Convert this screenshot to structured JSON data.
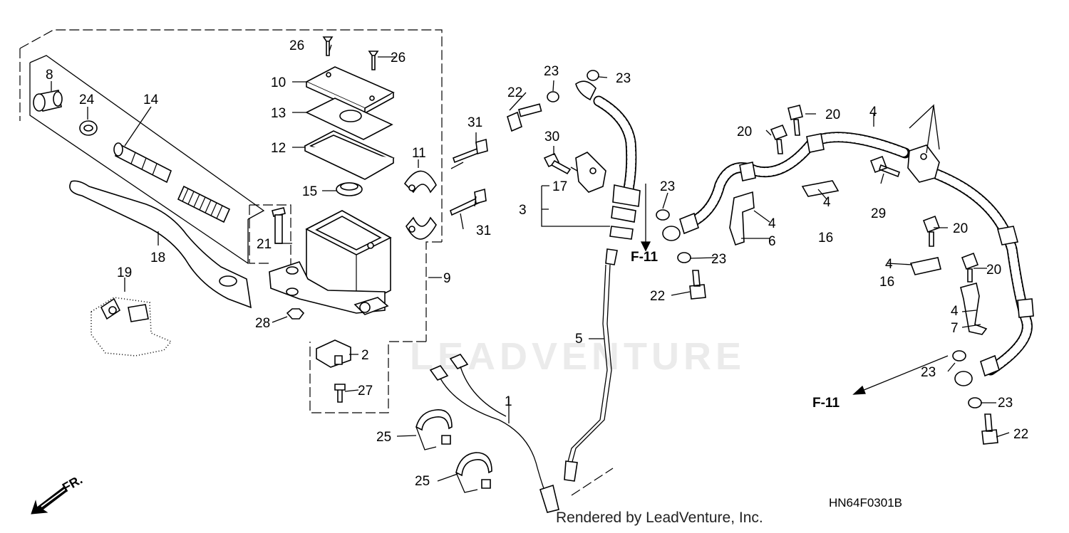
{
  "diagram": {
    "callouts": [
      {
        "id": "c1",
        "text": "1"
      },
      {
        "id": "c2",
        "text": "2"
      },
      {
        "id": "c3",
        "text": "3"
      },
      {
        "id": "c4a",
        "text": "4"
      },
      {
        "id": "c4b",
        "text": "4"
      },
      {
        "id": "c4c",
        "text": "4"
      },
      {
        "id": "c4d",
        "text": "4"
      },
      {
        "id": "c4e",
        "text": "4"
      },
      {
        "id": "c5",
        "text": "5"
      },
      {
        "id": "c6",
        "text": "6"
      },
      {
        "id": "c7",
        "text": "7"
      },
      {
        "id": "c8",
        "text": "8"
      },
      {
        "id": "c9",
        "text": "9"
      },
      {
        "id": "c10",
        "text": "10"
      },
      {
        "id": "c11",
        "text": "11"
      },
      {
        "id": "c12",
        "text": "12"
      },
      {
        "id": "c13",
        "text": "13"
      },
      {
        "id": "c14",
        "text": "14"
      },
      {
        "id": "c15",
        "text": "15"
      },
      {
        "id": "c16a",
        "text": "16"
      },
      {
        "id": "c16b",
        "text": "16"
      },
      {
        "id": "c17",
        "text": "17"
      },
      {
        "id": "c18",
        "text": "18"
      },
      {
        "id": "c19",
        "text": "19"
      },
      {
        "id": "c20a",
        "text": "20"
      },
      {
        "id": "c20b",
        "text": "20"
      },
      {
        "id": "c20c",
        "text": "20"
      },
      {
        "id": "c20d",
        "text": "20"
      },
      {
        "id": "c21",
        "text": "21"
      },
      {
        "id": "c22a",
        "text": "22"
      },
      {
        "id": "c22b",
        "text": "22"
      },
      {
        "id": "c22c",
        "text": "22"
      },
      {
        "id": "c23a",
        "text": "23"
      },
      {
        "id": "c23b",
        "text": "23"
      },
      {
        "id": "c23c",
        "text": "23"
      },
      {
        "id": "c23d",
        "text": "23"
      },
      {
        "id": "c23e",
        "text": "23"
      },
      {
        "id": "c23f",
        "text": "23"
      },
      {
        "id": "c24",
        "text": "24"
      },
      {
        "id": "c25a",
        "text": "25"
      },
      {
        "id": "c25b",
        "text": "25"
      },
      {
        "id": "c26a",
        "text": "26"
      },
      {
        "id": "c26b",
        "text": "26"
      },
      {
        "id": "c27",
        "text": "27"
      },
      {
        "id": "c28",
        "text": "28"
      },
      {
        "id": "c29",
        "text": "29"
      },
      {
        "id": "c30",
        "text": "30"
      },
      {
        "id": "c31a",
        "text": "31"
      },
      {
        "id": "c31b",
        "text": "31"
      }
    ],
    "refs": {
      "f11_left": "F-11",
      "f11_right": "F-11"
    },
    "front_arrow_label": "FR.",
    "diagram_code": "HN64F0301B",
    "footer": "Rendered by LeadVenture, Inc.",
    "watermark": "LEADVENTURE"
  }
}
